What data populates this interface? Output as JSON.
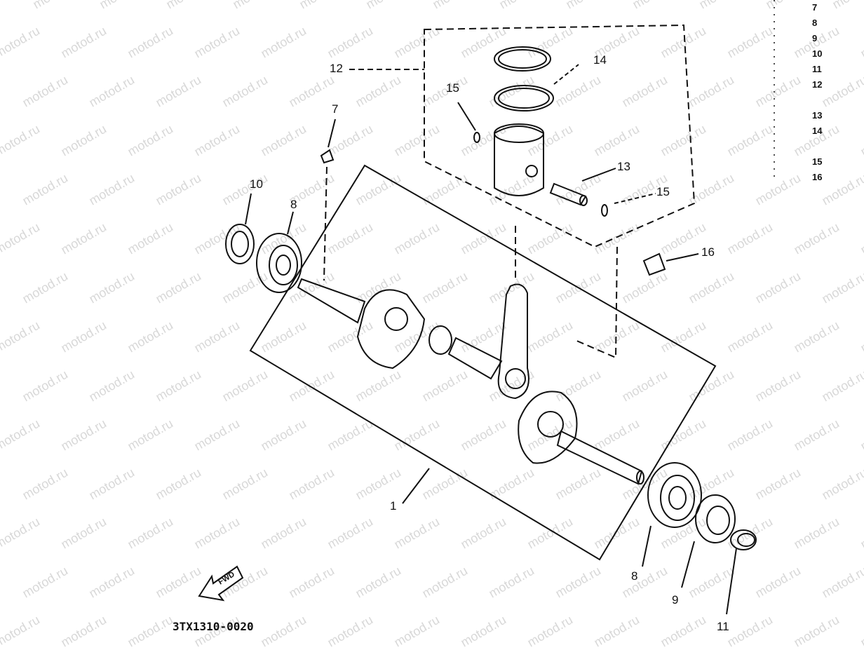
{
  "watermark": "motod.ru",
  "part_code": "3TX1310-0020",
  "fwd_label": "FWD",
  "callouts": {
    "c1": "1",
    "c7": "7",
    "c8a": "8",
    "c8b": "8",
    "c9": "9",
    "c10": "10",
    "c11": "11",
    "c12": "12",
    "c13": "13",
    "c14": "14",
    "c15a": "15",
    "c15b": "15",
    "c16": "16"
  },
  "side_list": [
    "7",
    "8",
    "9",
    "10",
    "11",
    "12",
    "",
    "13",
    "14",
    "",
    "15",
    "16"
  ]
}
